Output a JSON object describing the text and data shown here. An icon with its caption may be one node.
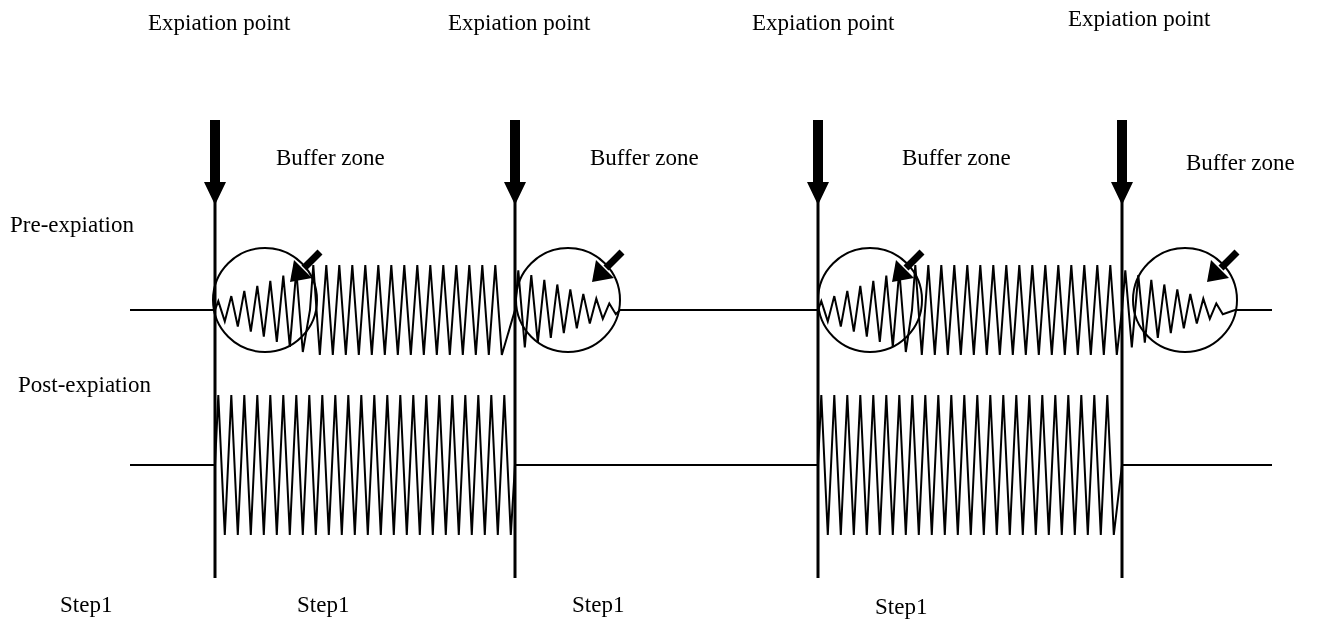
{
  "diagram": {
    "labels": [
      "Expiation point",
      "Expiation point",
      "Expiation point",
      "Expiation point",
      "Buffer zone",
      "Buffer zone",
      "Buffer zone",
      "Buffer zone",
      "Pre-expiation",
      "Post-expiation",
      "Step1",
      "Step1",
      "Step1",
      "Step1"
    ]
  }
}
